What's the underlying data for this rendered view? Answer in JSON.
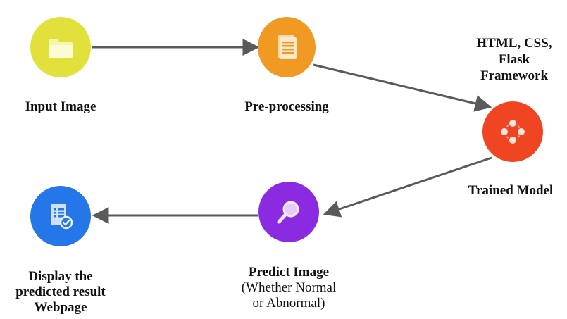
{
  "nodes": {
    "input": {
      "label": "Input Image",
      "icon": "folder-icon",
      "color": "#e2e13c"
    },
    "preprocess": {
      "label": "Pre-processing",
      "icon": "document-icon",
      "color": "#f09a24"
    },
    "model": {
      "label": "Trained Model",
      "icon": "network-icon",
      "color": "#ef4523"
    },
    "predict": {
      "label": "Predict Image",
      "sub1": "(Whether Normal",
      "sub2": "or Abnormal)",
      "icon": "magnifier-icon",
      "color": "#8a2be2"
    },
    "display": {
      "line1": "Display the",
      "line2": "predicted result",
      "line3": "Webpage",
      "icon": "checked-report-icon",
      "color": "#2576e8"
    }
  },
  "framework": {
    "line1": "HTML, CSS,",
    "line2": "Flask",
    "line3": "Framework"
  },
  "arrow_color": "#5a5a5a"
}
